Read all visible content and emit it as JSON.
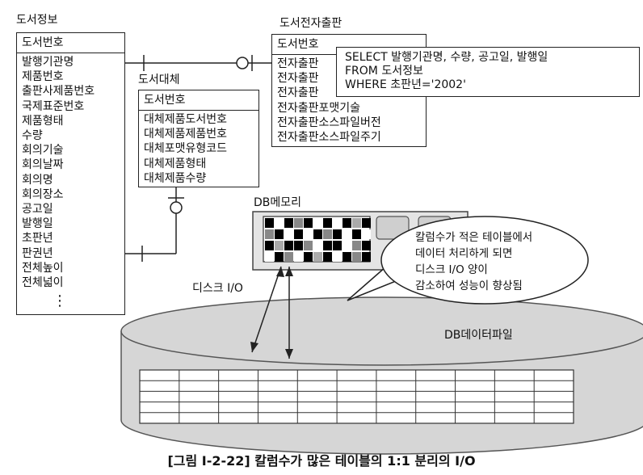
{
  "tables": {
    "book_info": {
      "title": "도서정보",
      "header": "도서번호",
      "fields": [
        "발행기관명",
        "제품번호",
        "출판사제품번호",
        "국제표준번호",
        "제품형태",
        "수량",
        "회의기술",
        "회의날짜",
        "회의명",
        "회의장소",
        "공고일",
        "발행일",
        "초판년",
        "판권년",
        "전체높이",
        "전체넓이"
      ],
      "ellipsis": "⋮"
    },
    "book_substitute": {
      "title": "도서대체",
      "header": "도서번호",
      "fields": [
        "대체제품도서번호",
        "대체제품제품번호",
        "대체포맷유형코드",
        "대체제품형태",
        "대체제품수량"
      ]
    },
    "book_epub": {
      "title": "도서전자출판",
      "header": "도서번호",
      "fields": [
        "전자출판",
        "전자출판",
        "전자출판",
        "전자출판포맷기술",
        "전자출판소스파일버전",
        "전자출판소스파일주기"
      ]
    }
  },
  "sql": [
    "SELECT 발행기관명, 수량, 공고일, 발행일",
    "FROM 도서정보",
    "WHERE 초판년='2002'"
  ],
  "memory": {
    "label": "DB메모리"
  },
  "callout": [
    "칼럼수가 적은 테이블에서",
    "데이터 처리하게 되면",
    "디스크 I/O 양이",
    "감소하여 성능이 향상됨"
  ],
  "disk_io_label": "디스크 I/O",
  "datafile": {
    "label": "DB데이터파일",
    "grid_rows": 5,
    "grid_cols": 11
  },
  "caption": "[그림 Ⅰ-2-22] 칼럼수가 많은 테이블의 1:1 분리의 I/O"
}
